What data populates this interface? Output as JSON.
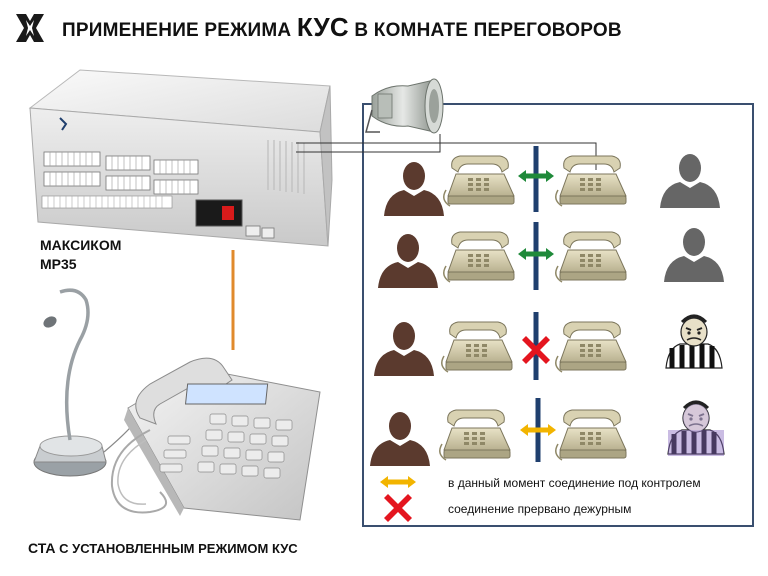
{
  "header": {
    "title_part1": "ПРИМЕНЕНИЕ РЕЖИМА ",
    "title_emph": "КУС",
    "title_part2": " В КОМНАТЕ ПЕРЕГОВОРОВ"
  },
  "pbx": {
    "label_line1": "МАКСИКОМ",
    "label_line2": "MP35"
  },
  "station": {
    "label_emph": "СТА",
    "label_rest": " С УСТАНОВЛЕННЫМ РЕЖИМОМ КУС"
  },
  "legend": {
    "monitored_text": "в данный  момент соединение  под контролем",
    "interrupted_text": "соединение  прервано дежурным"
  },
  "colors": {
    "panel_border": "#3a4f6f",
    "divider_blue": "#1f3f6e",
    "arrow_green": "#1f8a3a",
    "arrow_yellow": "#f2b400",
    "cross_red": "#e4151f",
    "cable_orange": "#e08a2c",
    "person_brown": "#5b3a2e",
    "person_grey": "#666666",
    "phone_beige": "#d8d1b0"
  },
  "rows": [
    {
      "status": "connected",
      "right_party": "grey-person",
      "indicator": "green-double-arrow"
    },
    {
      "status": "connected",
      "right_party": "grey-person",
      "indicator": "green-double-arrow"
    },
    {
      "status": "interrupted",
      "right_party": "referee-black",
      "indicator": "red-cross"
    },
    {
      "status": "monitored",
      "right_party": "referee-purple",
      "indicator": "yellow-double-arrow"
    }
  ]
}
